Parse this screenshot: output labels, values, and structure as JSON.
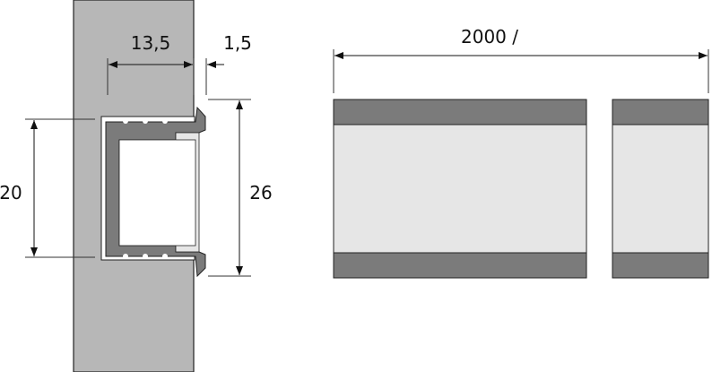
{
  "dimensions": {
    "profile_width": "13,5",
    "flange_thickness": "1,5",
    "length": "2000 /",
    "profile_height": "20",
    "flange_height": "26"
  },
  "colors": {
    "wall": "#b7b7b7",
    "profile": "#7b7b7b",
    "diffuser": "#e6e6e6",
    "line": "#111111"
  }
}
